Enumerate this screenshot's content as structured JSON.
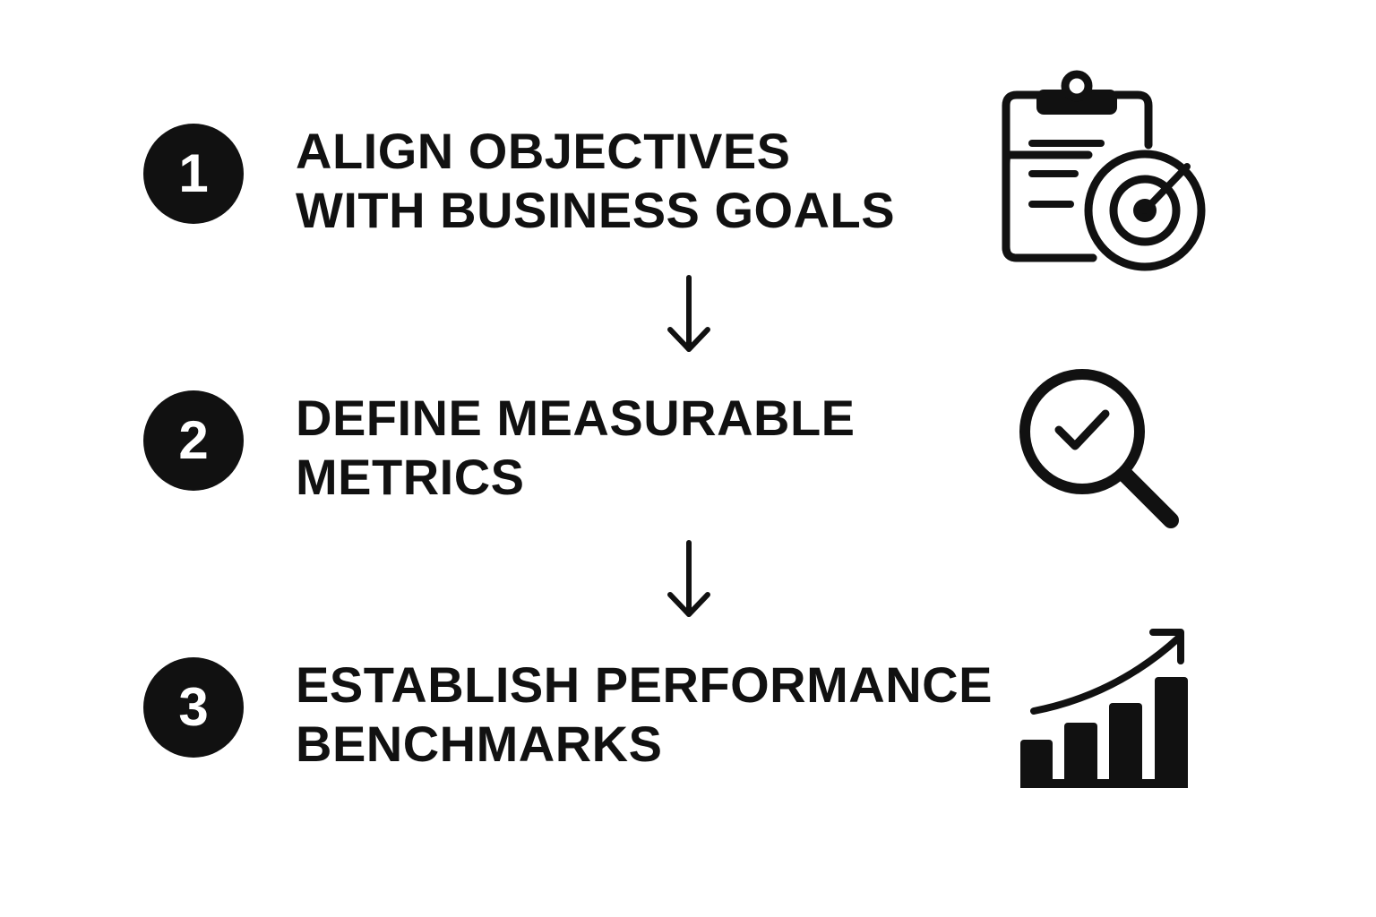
{
  "diagram": {
    "type": "vertical-process-flow",
    "colors": {
      "background": "#ffffff",
      "foreground": "#111111",
      "badge_text": "#ffffff"
    },
    "steps": [
      {
        "number": "1",
        "title_lines": [
          "ALIGN OBJECTIVES",
          "WITH BUSINESS GOALS"
        ],
        "icon": "clipboard-target-icon"
      },
      {
        "number": "2",
        "title_lines": [
          "DEFINE MEASURABLE",
          "METRICS"
        ],
        "icon": "magnifier-check-icon"
      },
      {
        "number": "3",
        "title_lines": [
          "ESTABLISH PERFORMANCE",
          "BENCHMARKS"
        ],
        "icon": "growth-bar-chart-icon"
      }
    ],
    "connectors": [
      {
        "from": "1",
        "to": "2",
        "icon": "arrow-down-icon"
      },
      {
        "from": "2",
        "to": "3",
        "icon": "arrow-down-icon"
      }
    ]
  }
}
